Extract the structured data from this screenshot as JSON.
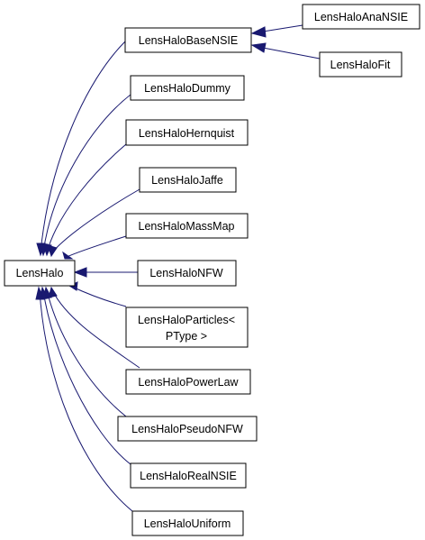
{
  "diagram": {
    "type": "inheritance-graph",
    "edge_color": "#191970",
    "nodes": [
      {
        "id": "lenshalo",
        "label": "LensHalo"
      },
      {
        "id": "base_nsie",
        "label": "LensHaloBaseNSIE"
      },
      {
        "id": "ana_nsie",
        "label": "LensHaloAnaNSIE"
      },
      {
        "id": "fit",
        "label": "LensHaloFit"
      },
      {
        "id": "dummy",
        "label": "LensHaloDummy"
      },
      {
        "id": "hernquist",
        "label": "LensHaloHernquist"
      },
      {
        "id": "jaffe",
        "label": "LensHaloJaffe"
      },
      {
        "id": "massmap",
        "label": "LensHaloMassMap"
      },
      {
        "id": "nfw",
        "label": "LensHaloNFW"
      },
      {
        "id": "particles",
        "label_line1": "LensHaloParticles<",
        "label_line2": "PType >"
      },
      {
        "id": "powerlaw",
        "label": "LensHaloPowerLaw"
      },
      {
        "id": "pseudonfw",
        "label": "LensHaloPseudoNFW"
      },
      {
        "id": "realnsie",
        "label": "LensHaloRealNSIE"
      },
      {
        "id": "uniform",
        "label": "LensHaloUniform"
      }
    ],
    "edges": [
      {
        "from": "base_nsie",
        "to": "lenshalo"
      },
      {
        "from": "dummy",
        "to": "lenshalo"
      },
      {
        "from": "hernquist",
        "to": "lenshalo"
      },
      {
        "from": "jaffe",
        "to": "lenshalo"
      },
      {
        "from": "massmap",
        "to": "lenshalo"
      },
      {
        "from": "nfw",
        "to": "lenshalo"
      },
      {
        "from": "particles",
        "to": "lenshalo"
      },
      {
        "from": "powerlaw",
        "to": "lenshalo"
      },
      {
        "from": "pseudonfw",
        "to": "lenshalo"
      },
      {
        "from": "realnsie",
        "to": "lenshalo"
      },
      {
        "from": "uniform",
        "to": "lenshalo"
      },
      {
        "from": "ana_nsie",
        "to": "base_nsie"
      },
      {
        "from": "fit",
        "to": "base_nsie"
      }
    ]
  }
}
